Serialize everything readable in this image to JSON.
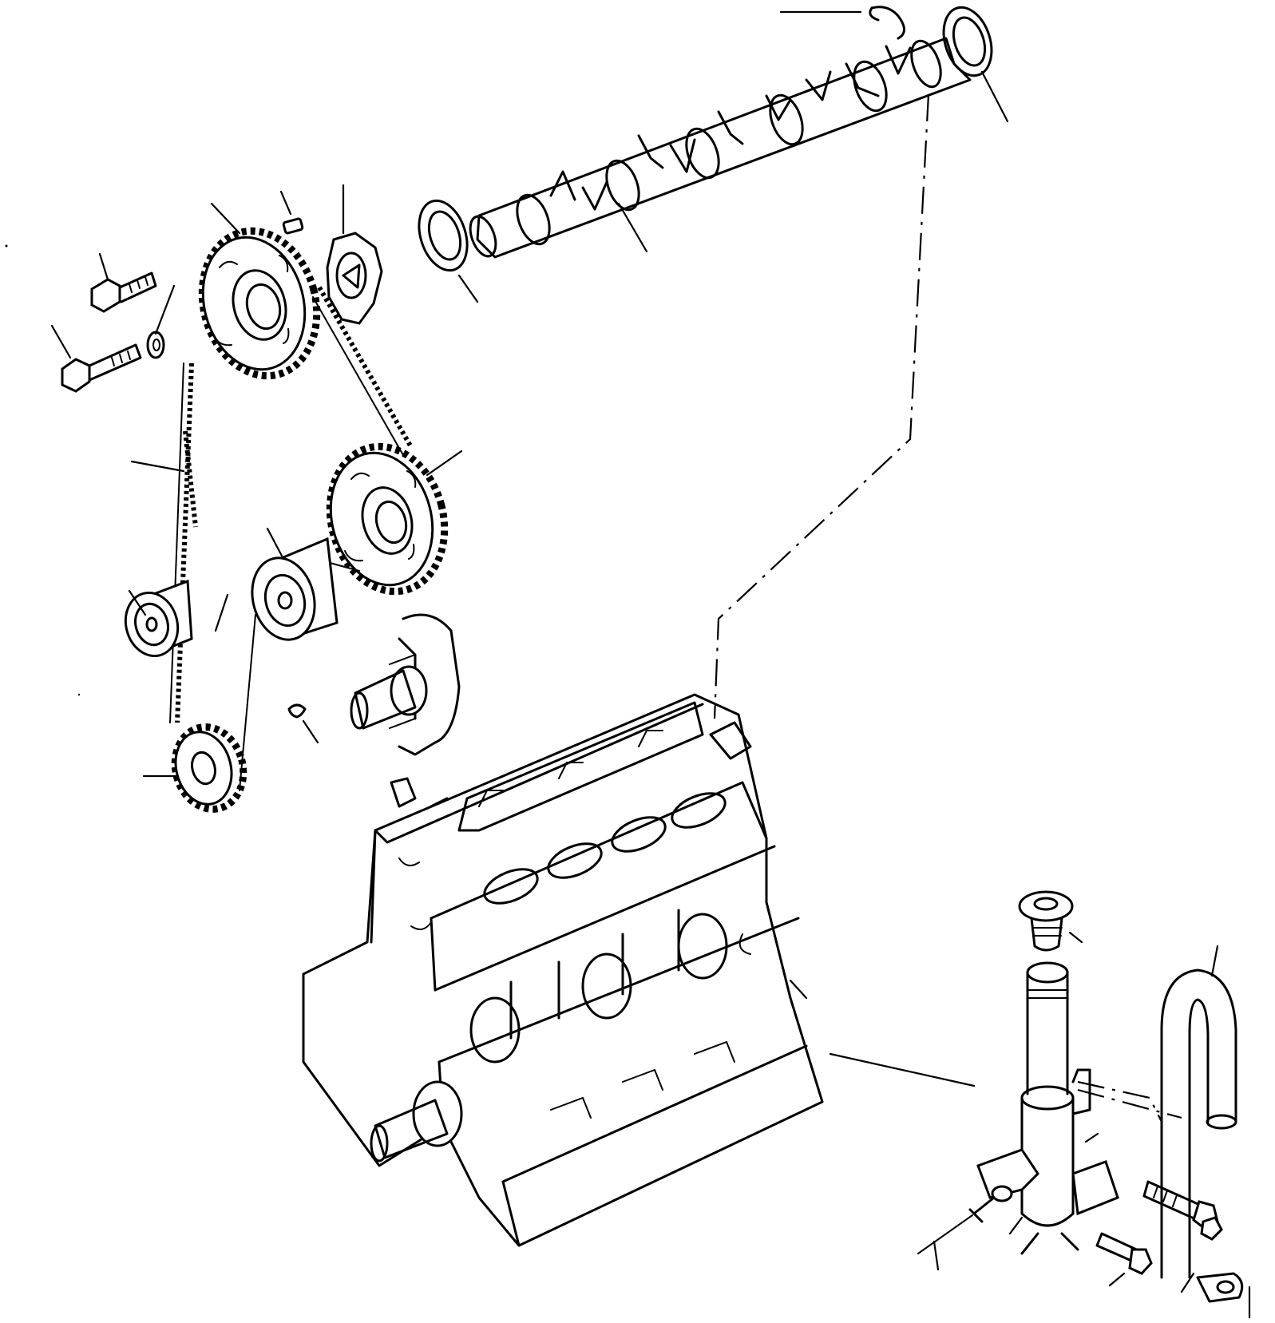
{
  "figure": {
    "labels": [],
    "parts": [
      "camshaft",
      "camshaft-seal-front",
      "camshaft-seal-rear",
      "camshaft-retainer-clip",
      "camshaft-timing-pulley",
      "injection-pump-pulley",
      "crankshaft-pulley",
      "timing-belt",
      "tensioner-pulley",
      "idler-pulley",
      "flange-bolt-short",
      "flange-bolt-long",
      "washer",
      "key",
      "pin",
      "flange-plate",
      "crankshaft-snout",
      "cylinder-block",
      "thermostat",
      "water-outlet-pipe",
      "water-hose",
      "stud-bolt",
      "drain-valve",
      "bolt",
      "nut",
      "clamp"
    ]
  }
}
